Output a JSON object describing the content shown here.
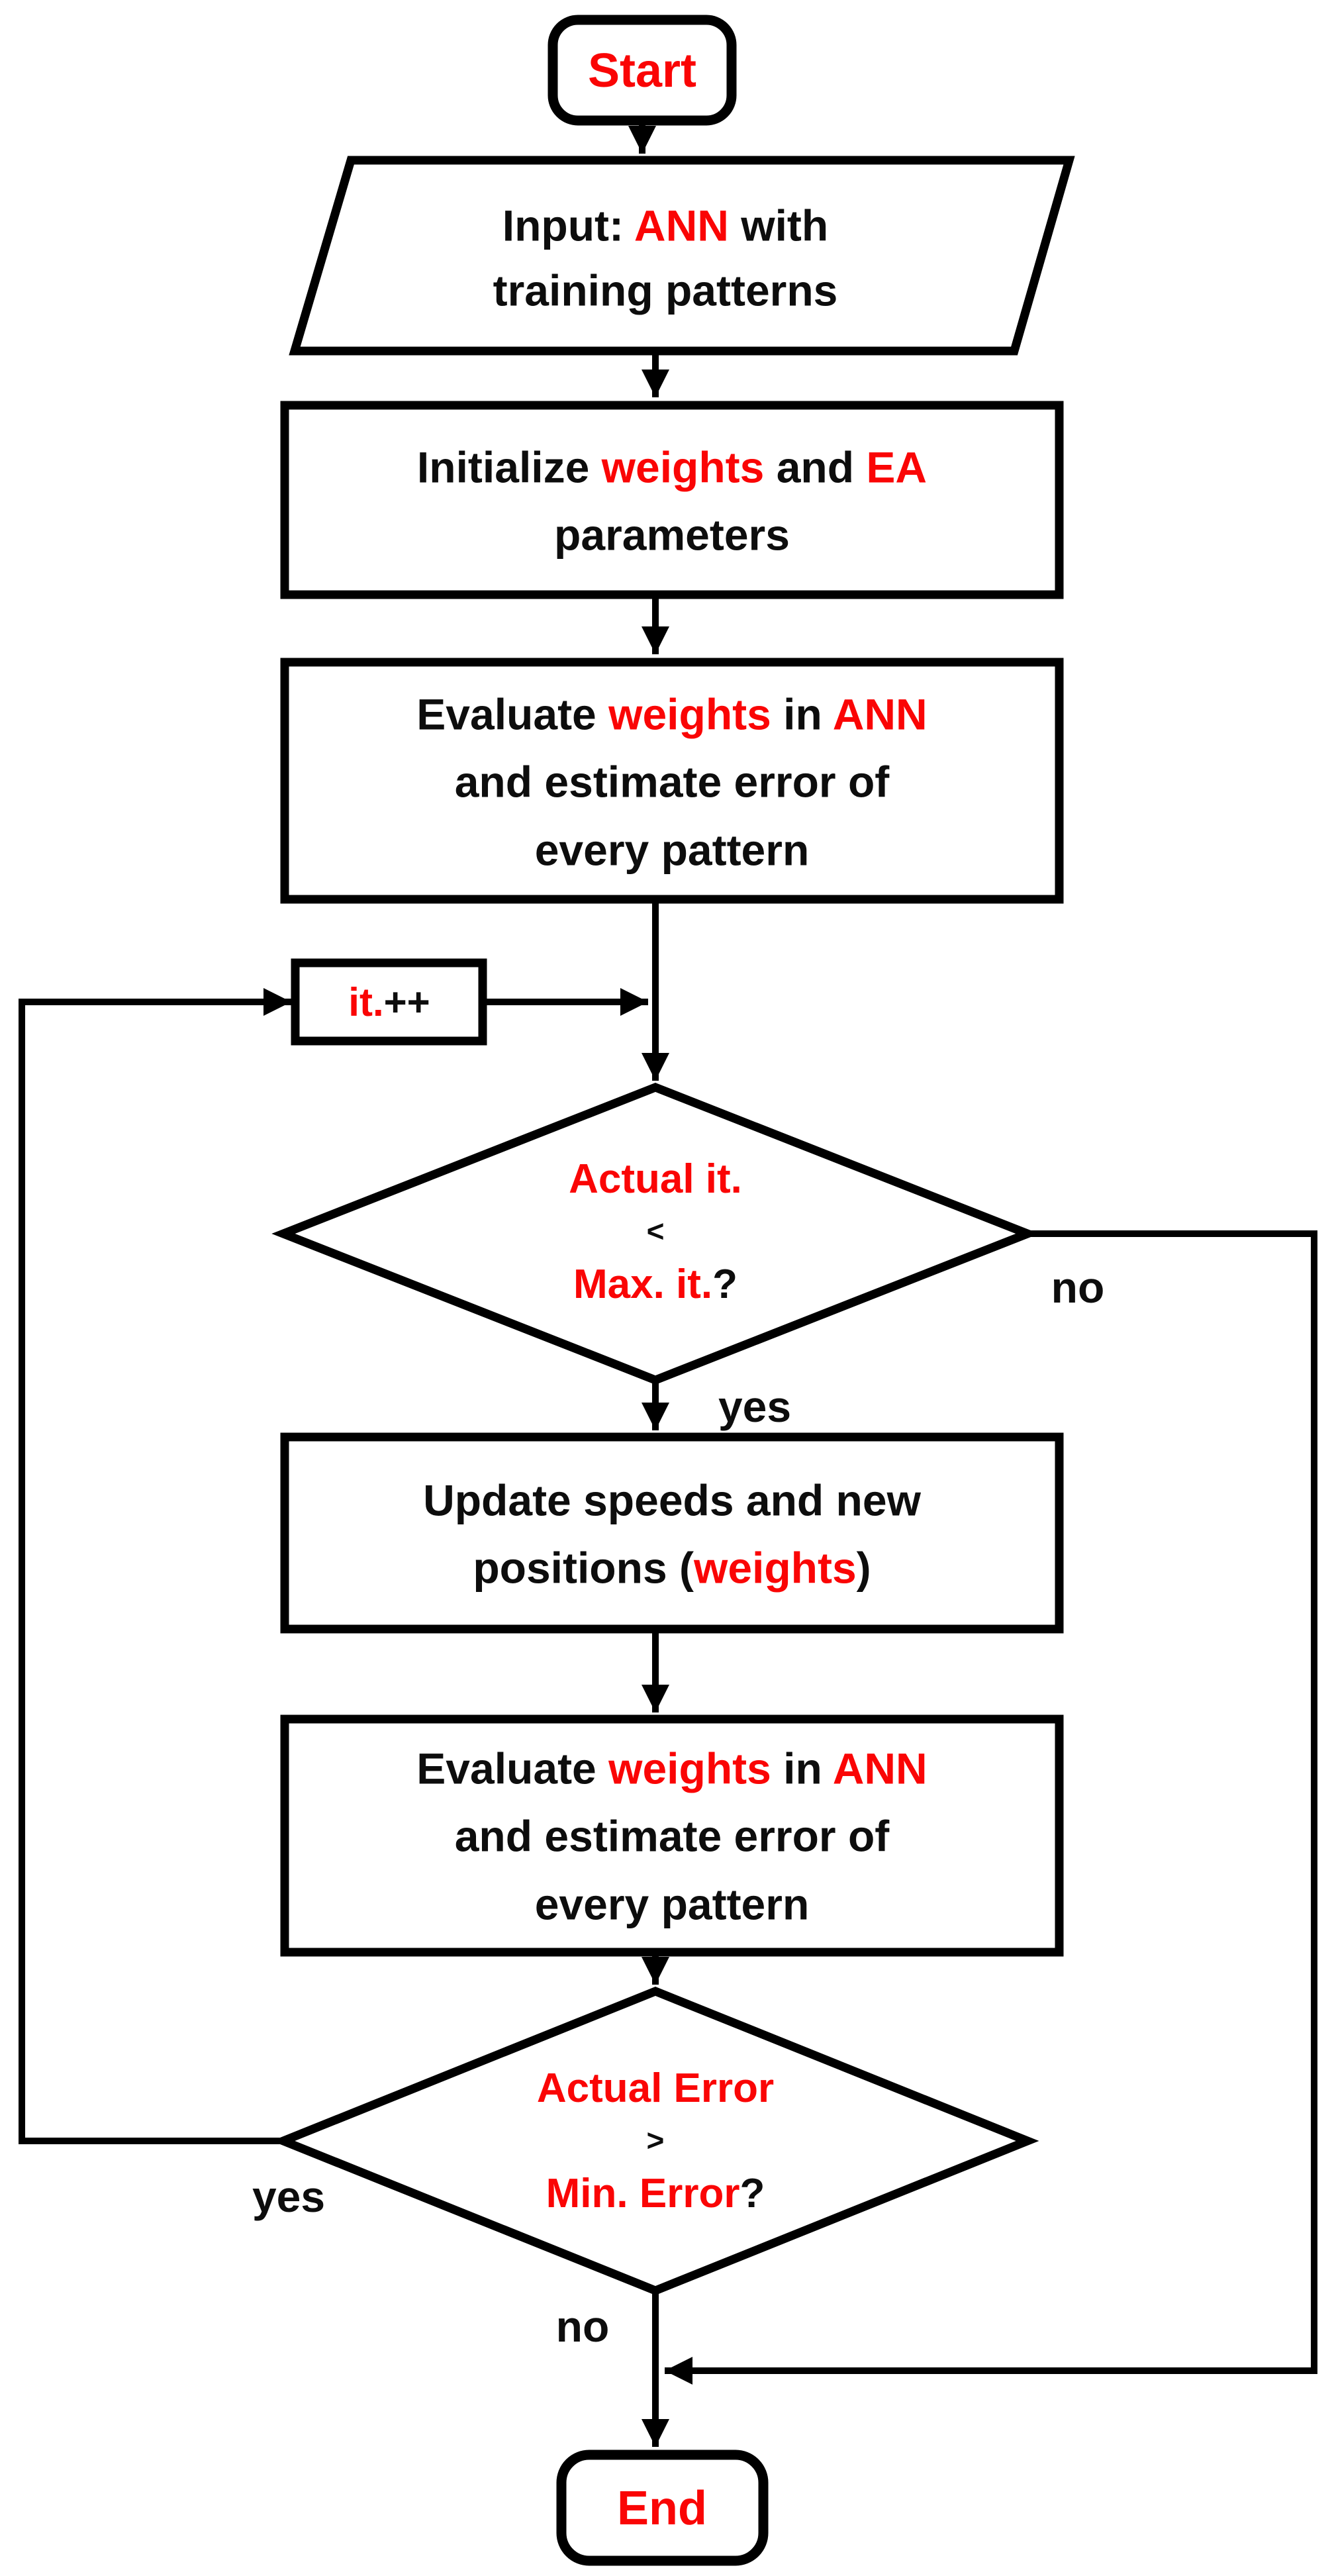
{
  "figure": {
    "background": "#ffffff",
    "stroke_color": "#000000",
    "accent_red": "#fa0505",
    "description": "Flowchart of training an ANN with an evolutionary algorithm (EA)"
  },
  "nodes": {
    "start": {
      "label": "Start"
    },
    "input": {
      "lines": [
        {
          "segs": [
            {
              "text": "Input: "
            },
            {
              "text": "ANN",
              "red": true
            },
            {
              "text": " with"
            }
          ]
        },
        {
          "segs": [
            {
              "text": "training patterns"
            }
          ]
        }
      ]
    },
    "initialize": {
      "lines": [
        {
          "segs": [
            {
              "text": "Initialize "
            },
            {
              "text": "weights",
              "red": true
            },
            {
              "text": " and "
            },
            {
              "text": "EA",
              "red": true
            }
          ]
        },
        {
          "segs": [
            {
              "text": "parameters"
            }
          ]
        }
      ]
    },
    "evaluate1": {
      "lines": [
        {
          "segs": [
            {
              "text": "Evaluate "
            },
            {
              "text": "weights",
              "red": true
            },
            {
              "text": " in "
            },
            {
              "text": "ANN",
              "red": true
            }
          ]
        },
        {
          "segs": [
            {
              "text": "and estimate error of"
            }
          ]
        },
        {
          "segs": [
            {
              "text": "every pattern"
            }
          ]
        }
      ]
    },
    "iteration_counter": {
      "lines": [
        {
          "segs": [
            {
              "text": "it.",
              "red": true
            },
            {
              "text": "++"
            }
          ]
        }
      ]
    },
    "decision_iteration": {
      "lines": [
        {
          "segs": [
            {
              "text": "Actual it.",
              "red": true
            }
          ]
        },
        {
          "small": true,
          "segs": [
            {
              "text": "<"
            }
          ]
        },
        {
          "segs": [
            {
              "text": "Max. it.",
              "red": true
            },
            {
              "text": "?"
            }
          ]
        }
      ]
    },
    "update": {
      "lines": [
        {
          "segs": [
            {
              "text": "Update speeds and new"
            }
          ]
        },
        {
          "segs": [
            {
              "text": "positions ("
            },
            {
              "text": "weights",
              "red": true
            },
            {
              "text": ")"
            }
          ]
        }
      ]
    },
    "evaluate2": {
      "lines": [
        {
          "segs": [
            {
              "text": "Evaluate "
            },
            {
              "text": "weights",
              "red": true
            },
            {
              "text": " in "
            },
            {
              "text": "ANN",
              "red": true
            }
          ]
        },
        {
          "segs": [
            {
              "text": "and estimate error of"
            }
          ]
        },
        {
          "segs": [
            {
              "text": "every pattern"
            }
          ]
        }
      ]
    },
    "decision_error": {
      "lines": [
        {
          "segs": [
            {
              "text": "Actual Error",
              "red": true
            }
          ]
        },
        {
          "small": true,
          "segs": [
            {
              "text": ">"
            }
          ]
        },
        {
          "segs": [
            {
              "text": "Min. Error",
              "red": true
            },
            {
              "text": "?"
            }
          ]
        }
      ]
    },
    "end": {
      "label": "End"
    }
  },
  "edges": {
    "iteration_yes": "yes",
    "iteration_no": "no",
    "error_yes": "yes",
    "error_no": "no"
  }
}
